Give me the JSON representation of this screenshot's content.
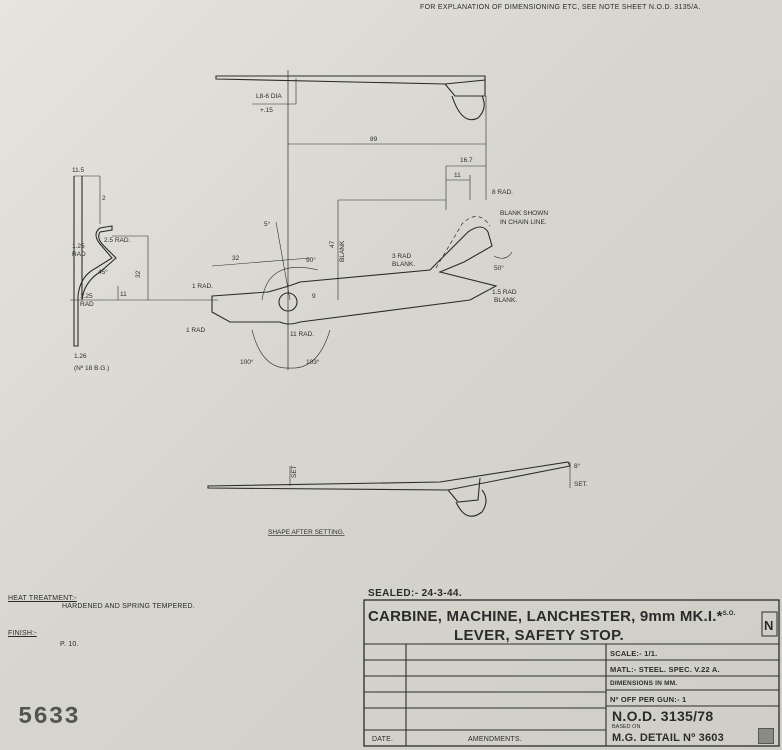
{
  "header_note": "FOR EXPLANATION OF DIMENSIONING ETC, SEE NOTE SHEET N.O.D. 3135/A.",
  "dimensions": {
    "d1": "L8-6 DIA",
    "d1b": "+.15",
    "d2": "89",
    "d3": "16.7",
    "d4": "11",
    "d5": "8 RAD.",
    "d6": "BLANK SHOWN",
    "d7": "IN CHAIN LINE.",
    "d8": "11.5",
    "d9": "2",
    "d10": "2.5 RAD.",
    "d11": "1.25",
    "d12": "RAD",
    "d13": "45°",
    "d14": "32",
    "d15": "11",
    "d16": "1.25",
    "d17": "RAD",
    "d18": "5°",
    "d19": "32",
    "d20": "90°",
    "d21": "47",
    "d22": "BLANK",
    "d23": "3 RAD",
    "d24": "BLANK.",
    "d25": "50°",
    "d26": "1 RAD.",
    "d27": "9",
    "d28": "1.5 RAD",
    "d29": "BLANK.",
    "d30": "1 RAD",
    "d31": "11 RAD.",
    "d32": "100°",
    "d33": "103°",
    "d34": "1.26",
    "d35": "(Nº 18 B.G.)",
    "d36": "SET",
    "d37": "8°",
    "d38": "SET.",
    "shape_caption": "SHAPE AFTER SETTING."
  },
  "notes": {
    "heat_treatment_label": "HEAT TREATMENT:-",
    "heat_treatment_value": "HARDENED AND SPRING TEMPERED.",
    "finish_label": "FINISH:-",
    "finish_value": "P. 10."
  },
  "stamp_number": "5633",
  "title_block": {
    "sealed": "SEALED:- 24-3-44.",
    "title_line1": "CARBINE, MACHINE, LANCHESTER, 9mm MK.I.*",
    "superscript": "S.O.",
    "n_box": "N",
    "title_line2": "LEVER, SAFETY STOP.",
    "scale": "SCALE:- 1/1.",
    "material": "MATL:- STEEL. SPEC. V.22 A.",
    "dimensions_unit": "DIMENSIONS IN MM.",
    "off_per_gun": "Nº OFF PER GUN:- 1",
    "nod_number": "N.O.D. 3135/78",
    "based_on": "BASED ON",
    "mg_detail": "M.G. DETAIL Nº 3603",
    "date_label": "DATE.",
    "amendments_label": "AMENDMENTS."
  },
  "colors": {
    "paper": "#e0dfd7",
    "ink": "#2b2b2b"
  }
}
